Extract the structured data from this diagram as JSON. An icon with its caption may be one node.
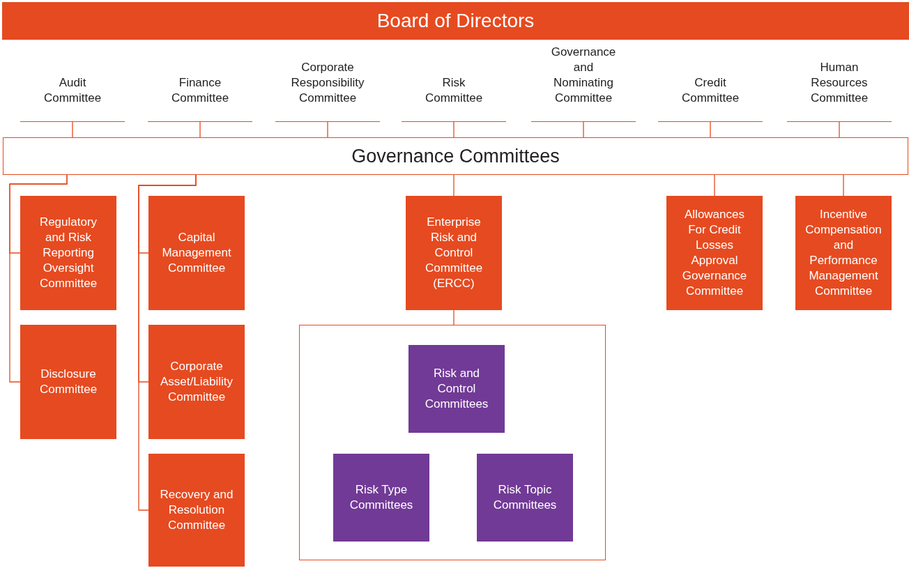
{
  "diagram": {
    "nodes": [
      {
        "text": [
          "Board of Directors"
        ]
      },
      {
        "text": [
          "Audit Committee"
        ]
      },
      {
        "text": [
          "Finance Committee"
        ]
      },
      {
        "text": [
          "Corporate Responsibility Committee"
        ]
      },
      {
        "text": [
          "Risk Committee"
        ]
      },
      {
        "text": [
          "Governance and Nominating Committee"
        ]
      },
      {
        "text": [
          "Credit Committee"
        ]
      },
      {
        "text": [
          "Human Resources Committee"
        ]
      },
      {
        "text": [
          "Governance Committees"
        ]
      },
      {
        "text": [
          "Regulatory and Risk Reporting Oversight Committee"
        ]
      },
      {
        "text": [
          "Disclosure Committee"
        ]
      },
      {
        "text": [
          "Capital Management Committee"
        ]
      },
      {
        "text": [
          "Corporate Asset/Liability Committee"
        ]
      },
      {
        "text": [
          "Recovery and Resolution Committee"
        ]
      },
      {
        "text": [
          "Enterprise Risk and Control Committee (ERCC)"
        ]
      },
      {
        "text": [],
        "shape": "box"
      },
      {
        "text": [
          "Risk and Control Committees"
        ],
        "in": 15
      },
      {
        "text": [
          "Risk Type Committees"
        ],
        "in": 15
      },
      {
        "text": [
          "Risk Topic Committees"
        ],
        "in": 15
      },
      {
        "text": [
          "Allowances For Credit Losses Approval Governance Committee"
        ]
      },
      {
        "text": [
          "Incentive Compensation and Performance Management Committee"
        ]
      }
    ],
    "edges": [
      {
        "from": 1,
        "to": 8,
        "arrow": "none"
      },
      {
        "from": 2,
        "to": 8,
        "arrow": "none"
      },
      {
        "from": 3,
        "to": 8,
        "arrow": "none"
      },
      {
        "from": 4,
        "to": 8,
        "arrow": "none"
      },
      {
        "from": 5,
        "to": 8,
        "arrow": "none"
      },
      {
        "from": 6,
        "to": 8,
        "arrow": "none"
      },
      {
        "from": 7,
        "to": 8,
        "arrow": "none"
      },
      {
        "from": 8,
        "to": 9,
        "arrow": "none"
      },
      {
        "from": 8,
        "to": 10,
        "arrow": "none"
      },
      {
        "from": 8,
        "to": 11,
        "arrow": "none"
      },
      {
        "from": 8,
        "to": 12,
        "arrow": "none"
      },
      {
        "from": 8,
        "to": 13,
        "arrow": "none"
      },
      {
        "from": 8,
        "to": 14,
        "arrow": "none"
      },
      {
        "from": 14,
        "to": 15,
        "arrow": "none"
      },
      {
        "from": 8,
        "to": 19,
        "arrow": "none"
      },
      {
        "from": 8,
        "to": 20,
        "arrow": "none"
      }
    ]
  }
}
